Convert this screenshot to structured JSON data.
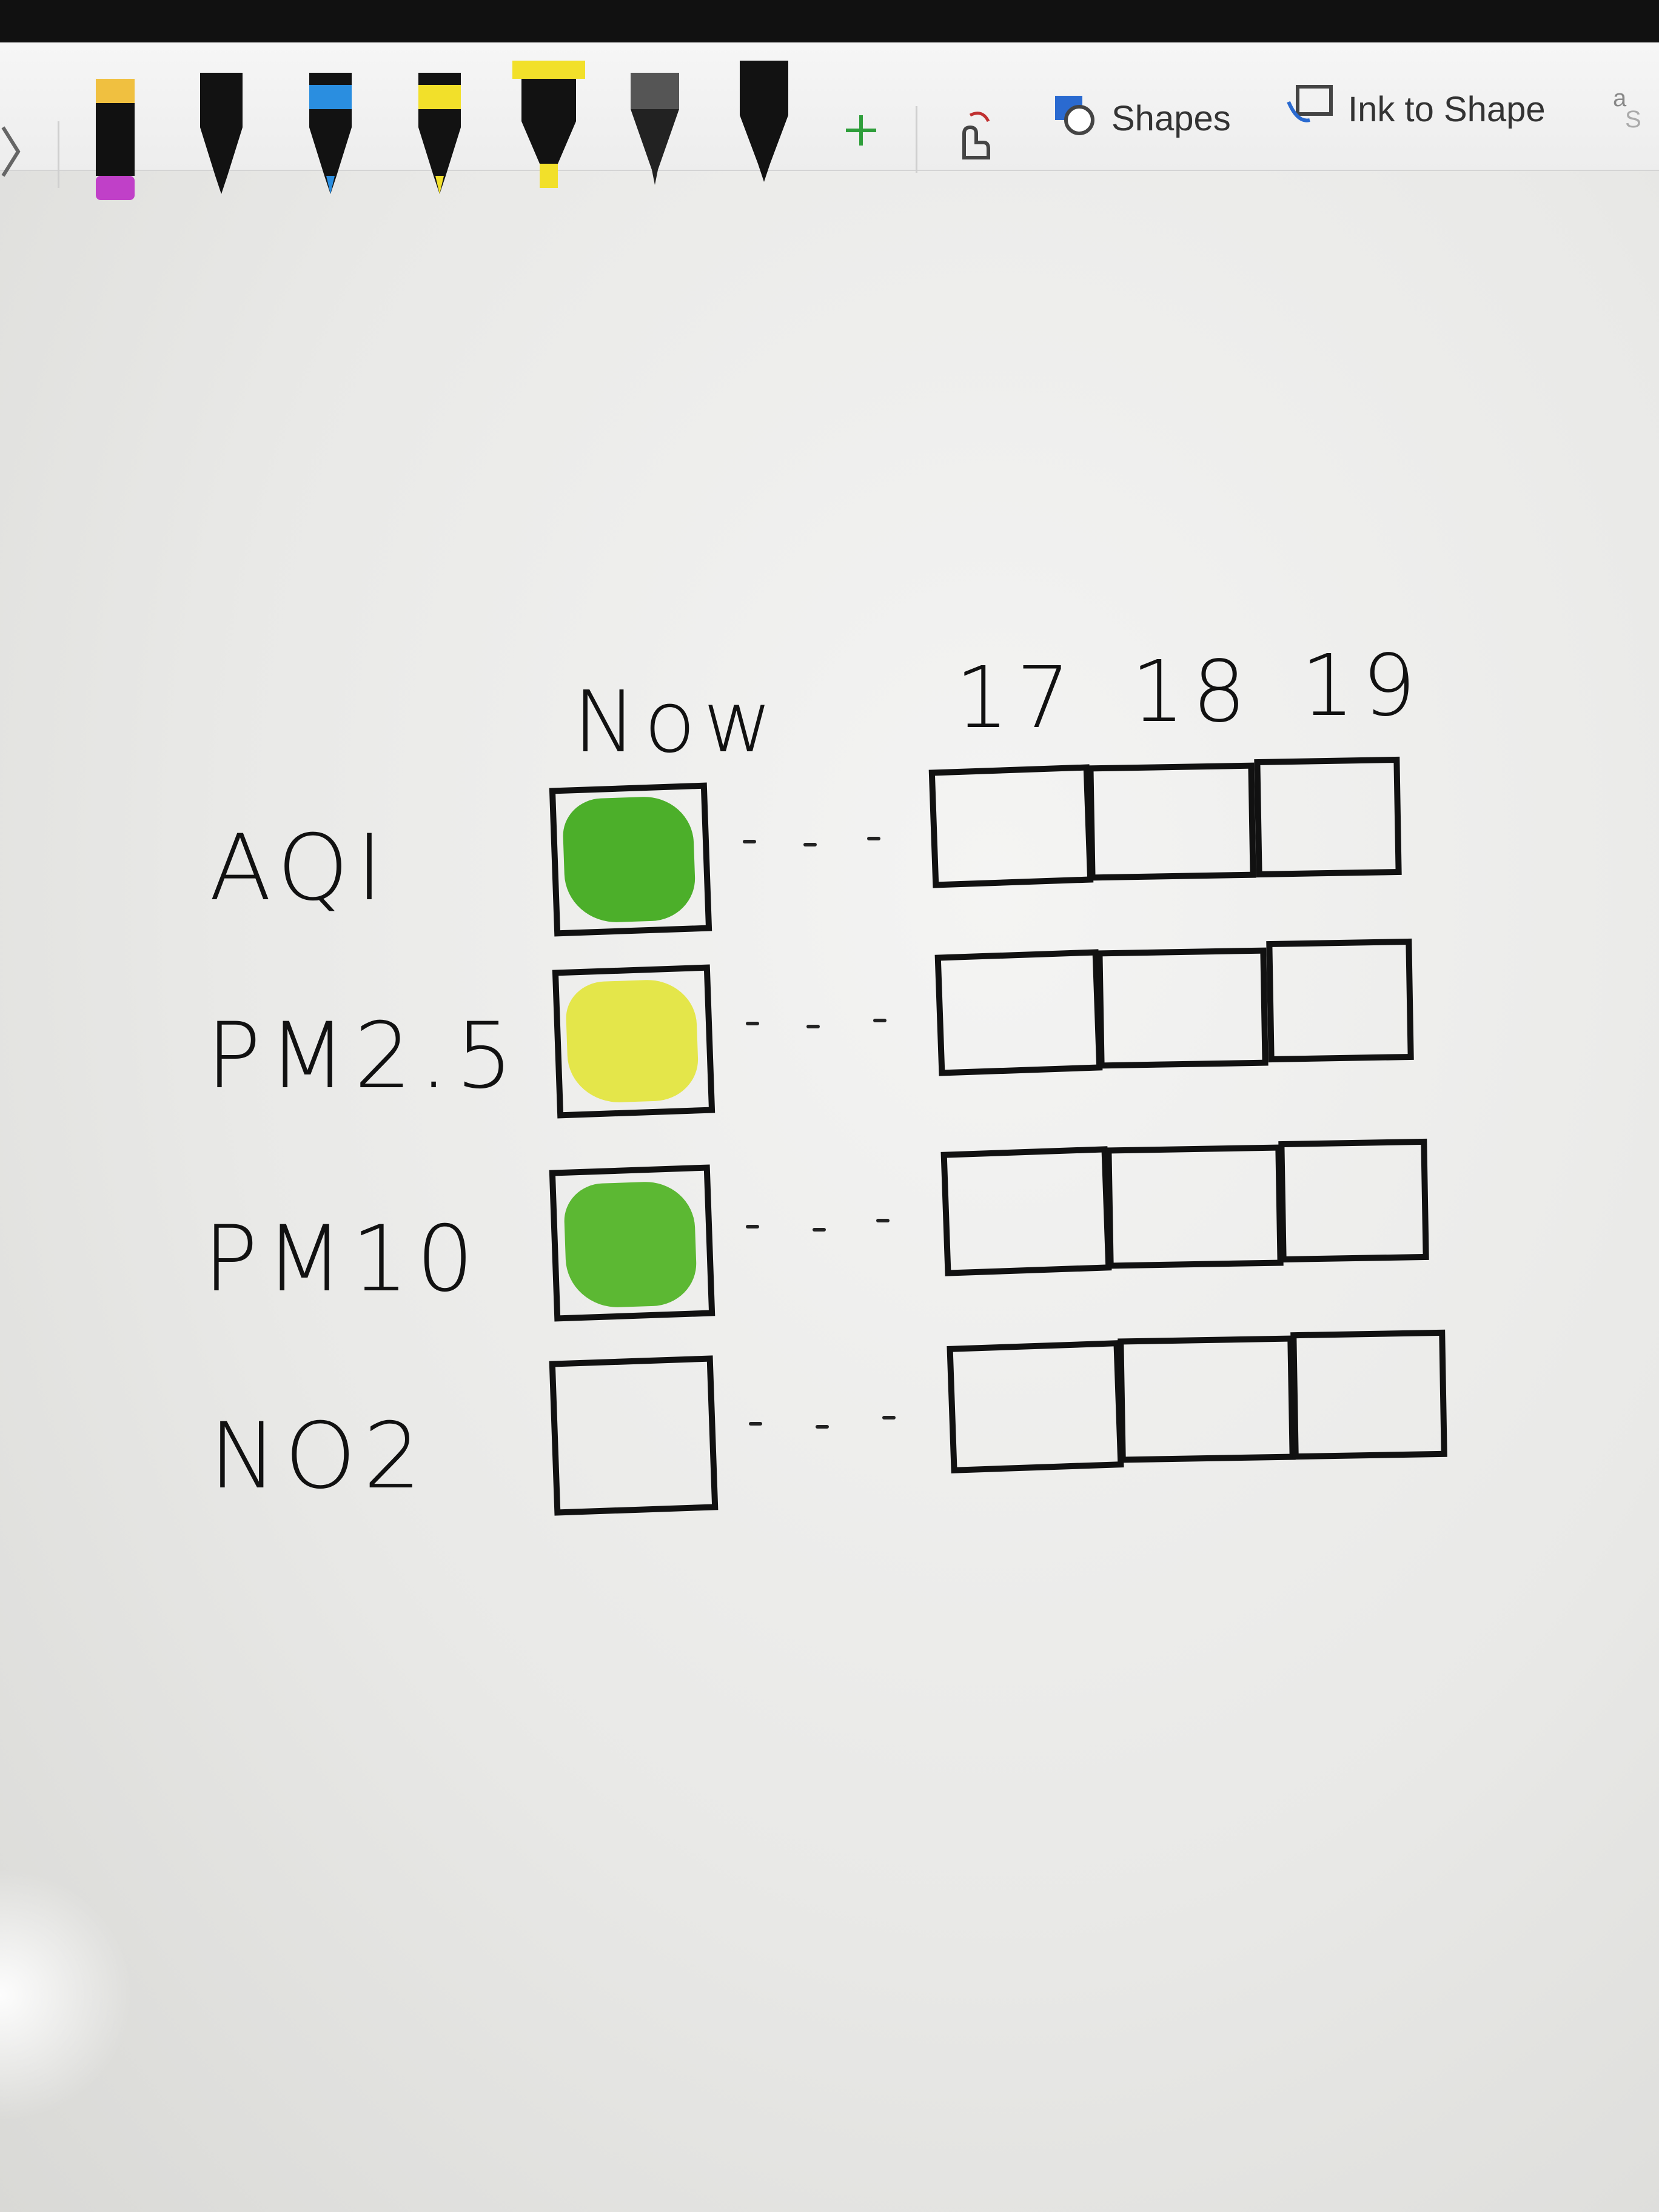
{
  "toolbar": {
    "shapes_label": "Shapes",
    "ink_to_shape_label": "Ink to Shape",
    "pens": [
      "black-pen",
      "blue-pen",
      "yellow-pen",
      "yellow-highlighter",
      "gray-pencil",
      "black-pen"
    ]
  },
  "sketch": {
    "column_header_now": "Now",
    "column_headers_forecast": [
      "17",
      "18",
      "19"
    ],
    "rows": [
      {
        "label": "AQI",
        "now_color": "#4caf2a"
      },
      {
        "label": "PM2.5",
        "now_color": "#e4e64a"
      },
      {
        "label": "PM10",
        "now_color": "#5cb833"
      },
      {
        "label": "NO2",
        "now_color": ""
      }
    ],
    "ellipsis": "- - -"
  }
}
